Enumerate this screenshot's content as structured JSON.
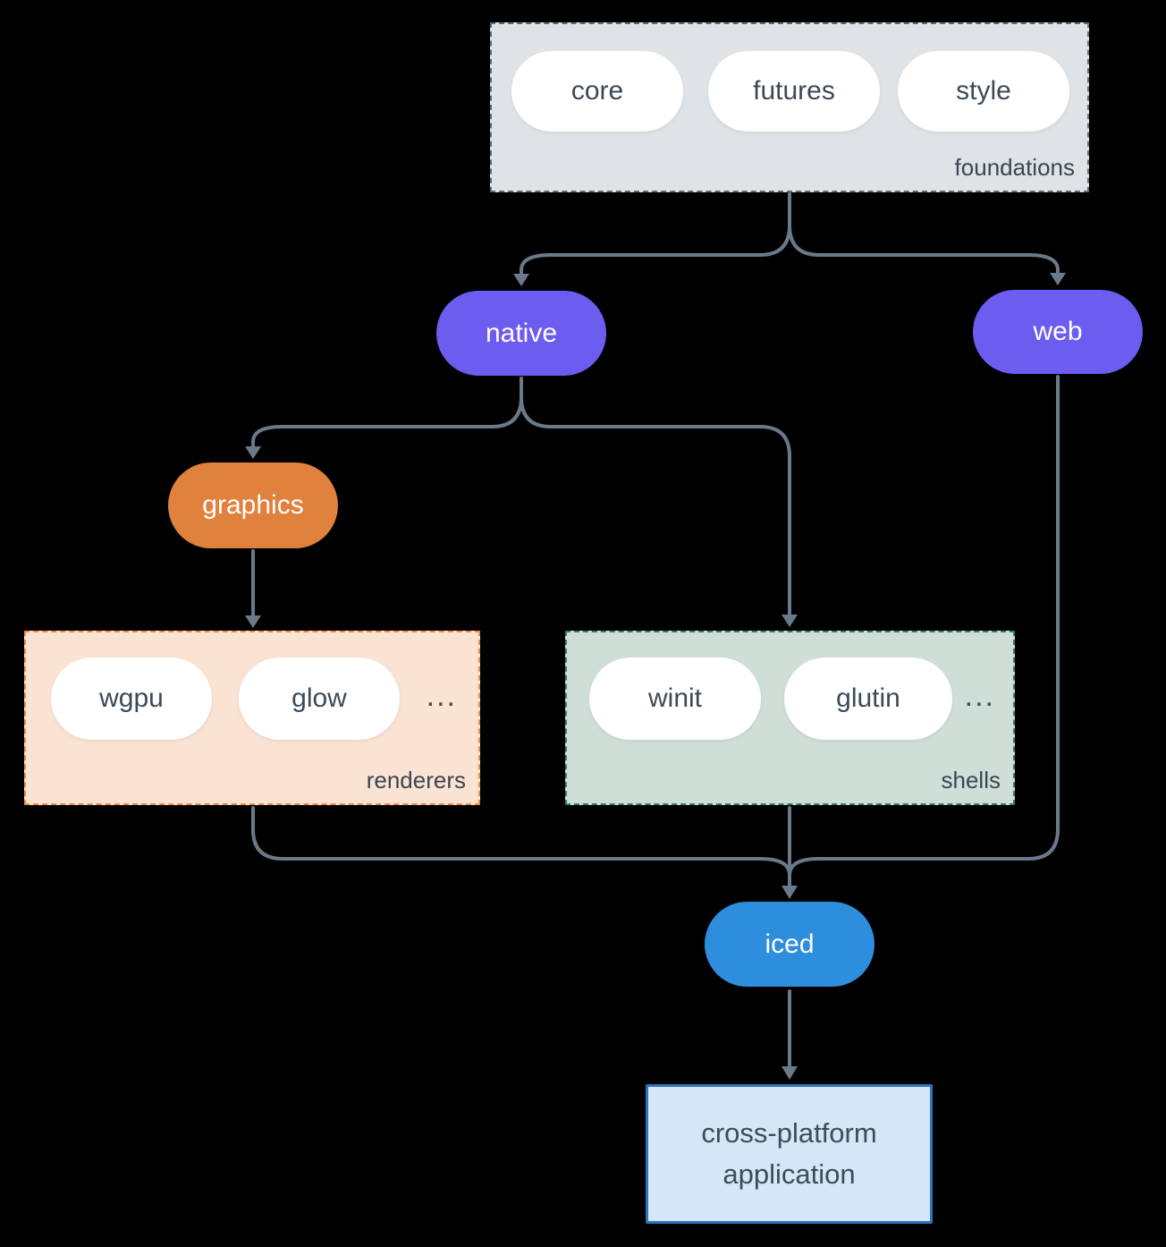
{
  "colors": {
    "background": "#000000",
    "line": "#6b7a8a",
    "purple": "#6c5cf0",
    "orange": "#e0813d",
    "blue": "#2e8ede",
    "pill_bg": "#ffffff",
    "pill_text": "#3b4a58",
    "label_text": "#3a4654",
    "foundations_fill": "#e0e3e6",
    "foundations_border": "#5c6c7c",
    "renderers_fill": "#fae3d3",
    "renderers_border": "#ee8a3b",
    "shells_fill": "#cfdfd8",
    "shells_border": "#27806a",
    "app_fill": "#d5e6f7",
    "app_border": "#2f73b9",
    "app_text": "#3d4c5a"
  },
  "groups": {
    "foundations": {
      "label": "foundations",
      "items": [
        "core",
        "futures",
        "style"
      ]
    },
    "renderers": {
      "label": "renderers",
      "items": [
        "wgpu",
        "glow"
      ],
      "ellipsis": "..."
    },
    "shells": {
      "label": "shells",
      "items": [
        "winit",
        "glutin"
      ],
      "ellipsis": "..."
    }
  },
  "nodes": {
    "native": "native",
    "web": "web",
    "graphics": "graphics",
    "iced": "iced",
    "application_line1": "cross-platform",
    "application_line2": "application"
  }
}
